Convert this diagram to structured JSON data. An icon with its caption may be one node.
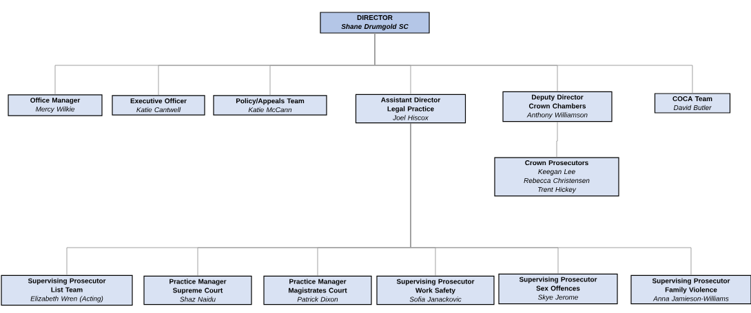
{
  "diagram": {
    "nodes": [
      {
        "text": [
          "DIRECTOR",
          "Shane Drumgold SC"
        ]
      },
      {
        "text": [
          "Office Manager",
          "Mercy Wilkie"
        ]
      },
      {
        "text": [
          "Executive Officer",
          "Katie Cantwell"
        ]
      },
      {
        "text": [
          "Policy/Appeals Team",
          "Katie McCann"
        ]
      },
      {
        "text": [
          "Assistant Director",
          "Legal Practice",
          "Joel Hiscox"
        ]
      },
      {
        "text": [
          "Deputy Director",
          "Crown Chambers",
          "Anthony Williamson"
        ]
      },
      {
        "text": [
          "COCA Team",
          "David Butler"
        ]
      },
      {
        "text": [
          "Crown Prosecutors",
          "Keegan Lee",
          "Rebecca Christensen",
          "Trent Hickey"
        ]
      },
      {
        "text": [
          "Supervising Prosecutor",
          "List Team",
          "Elizabeth Wren (Acting)"
        ]
      },
      {
        "text": [
          "Practice Manager",
          "Supreme Court",
          "Shaz Naidu"
        ]
      },
      {
        "text": [
          "Practice Manager",
          "Magistrates Court",
          "Patrick Dixon"
        ]
      },
      {
        "text": [
          "Supervising Prosecutor",
          "Work Safety",
          "Sofia Janackovic"
        ]
      },
      {
        "text": [
          "Supervising Prosecutor",
          "Sex Offences",
          "Skye Jerome"
        ]
      },
      {
        "text": [
          "Supervising Prosecutor",
          "Family Violence",
          "Anna Jamieson-Williams"
        ]
      }
    ],
    "edges": [
      {
        "from": 0,
        "to": 1,
        "arrow": "none"
      },
      {
        "from": 0,
        "to": 2,
        "arrow": "none"
      },
      {
        "from": 0,
        "to": 3,
        "arrow": "none"
      },
      {
        "from": 0,
        "to": 4,
        "arrow": "none"
      },
      {
        "from": 0,
        "to": 5,
        "arrow": "none"
      },
      {
        "from": 0,
        "to": 6,
        "arrow": "none"
      },
      {
        "from": 5,
        "to": 7,
        "arrow": "none"
      },
      {
        "from": 4,
        "to": 8,
        "arrow": "none"
      },
      {
        "from": 4,
        "to": 9,
        "arrow": "none"
      },
      {
        "from": 4,
        "to": 10,
        "arrow": "none"
      },
      {
        "from": 4,
        "to": 11,
        "arrow": "none"
      },
      {
        "from": 4,
        "to": 12,
        "arrow": "none"
      },
      {
        "from": 4,
        "to": 13,
        "arrow": "none"
      }
    ]
  }
}
